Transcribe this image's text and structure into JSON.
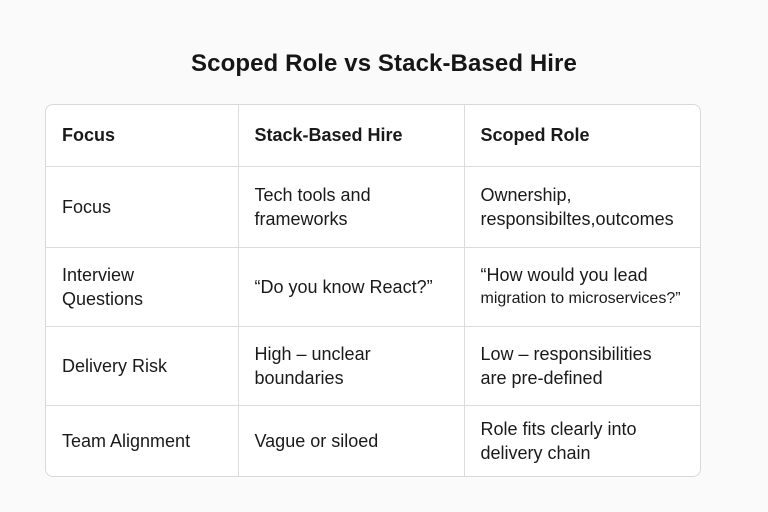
{
  "title": "Scoped Role vs Stack-Based Hire",
  "table": {
    "headers": [
      "Focus",
      "Stack-Based Hire",
      "Scoped Role"
    ],
    "rows": [
      {
        "criterion": "Focus",
        "stack_based": "Tech tools and frameworks",
        "scoped_role": "Ownership, responsibiltes,outcomes"
      },
      {
        "criterion": "Interview Questions",
        "stack_based": "“Do you know React?”",
        "scoped_role_line1": "“How would you lead",
        "scoped_role_line2": "migration to microservices?”"
      },
      {
        "criterion": "Delivery Risk",
        "stack_based": "High – unclear boundaries",
        "scoped_role": "Low – responsibilities are pre-defined"
      },
      {
        "criterion": "Team Alignment",
        "stack_based": "Vague or siloed",
        "scoped_role": "Role fits clearly into delivery chain"
      }
    ]
  }
}
